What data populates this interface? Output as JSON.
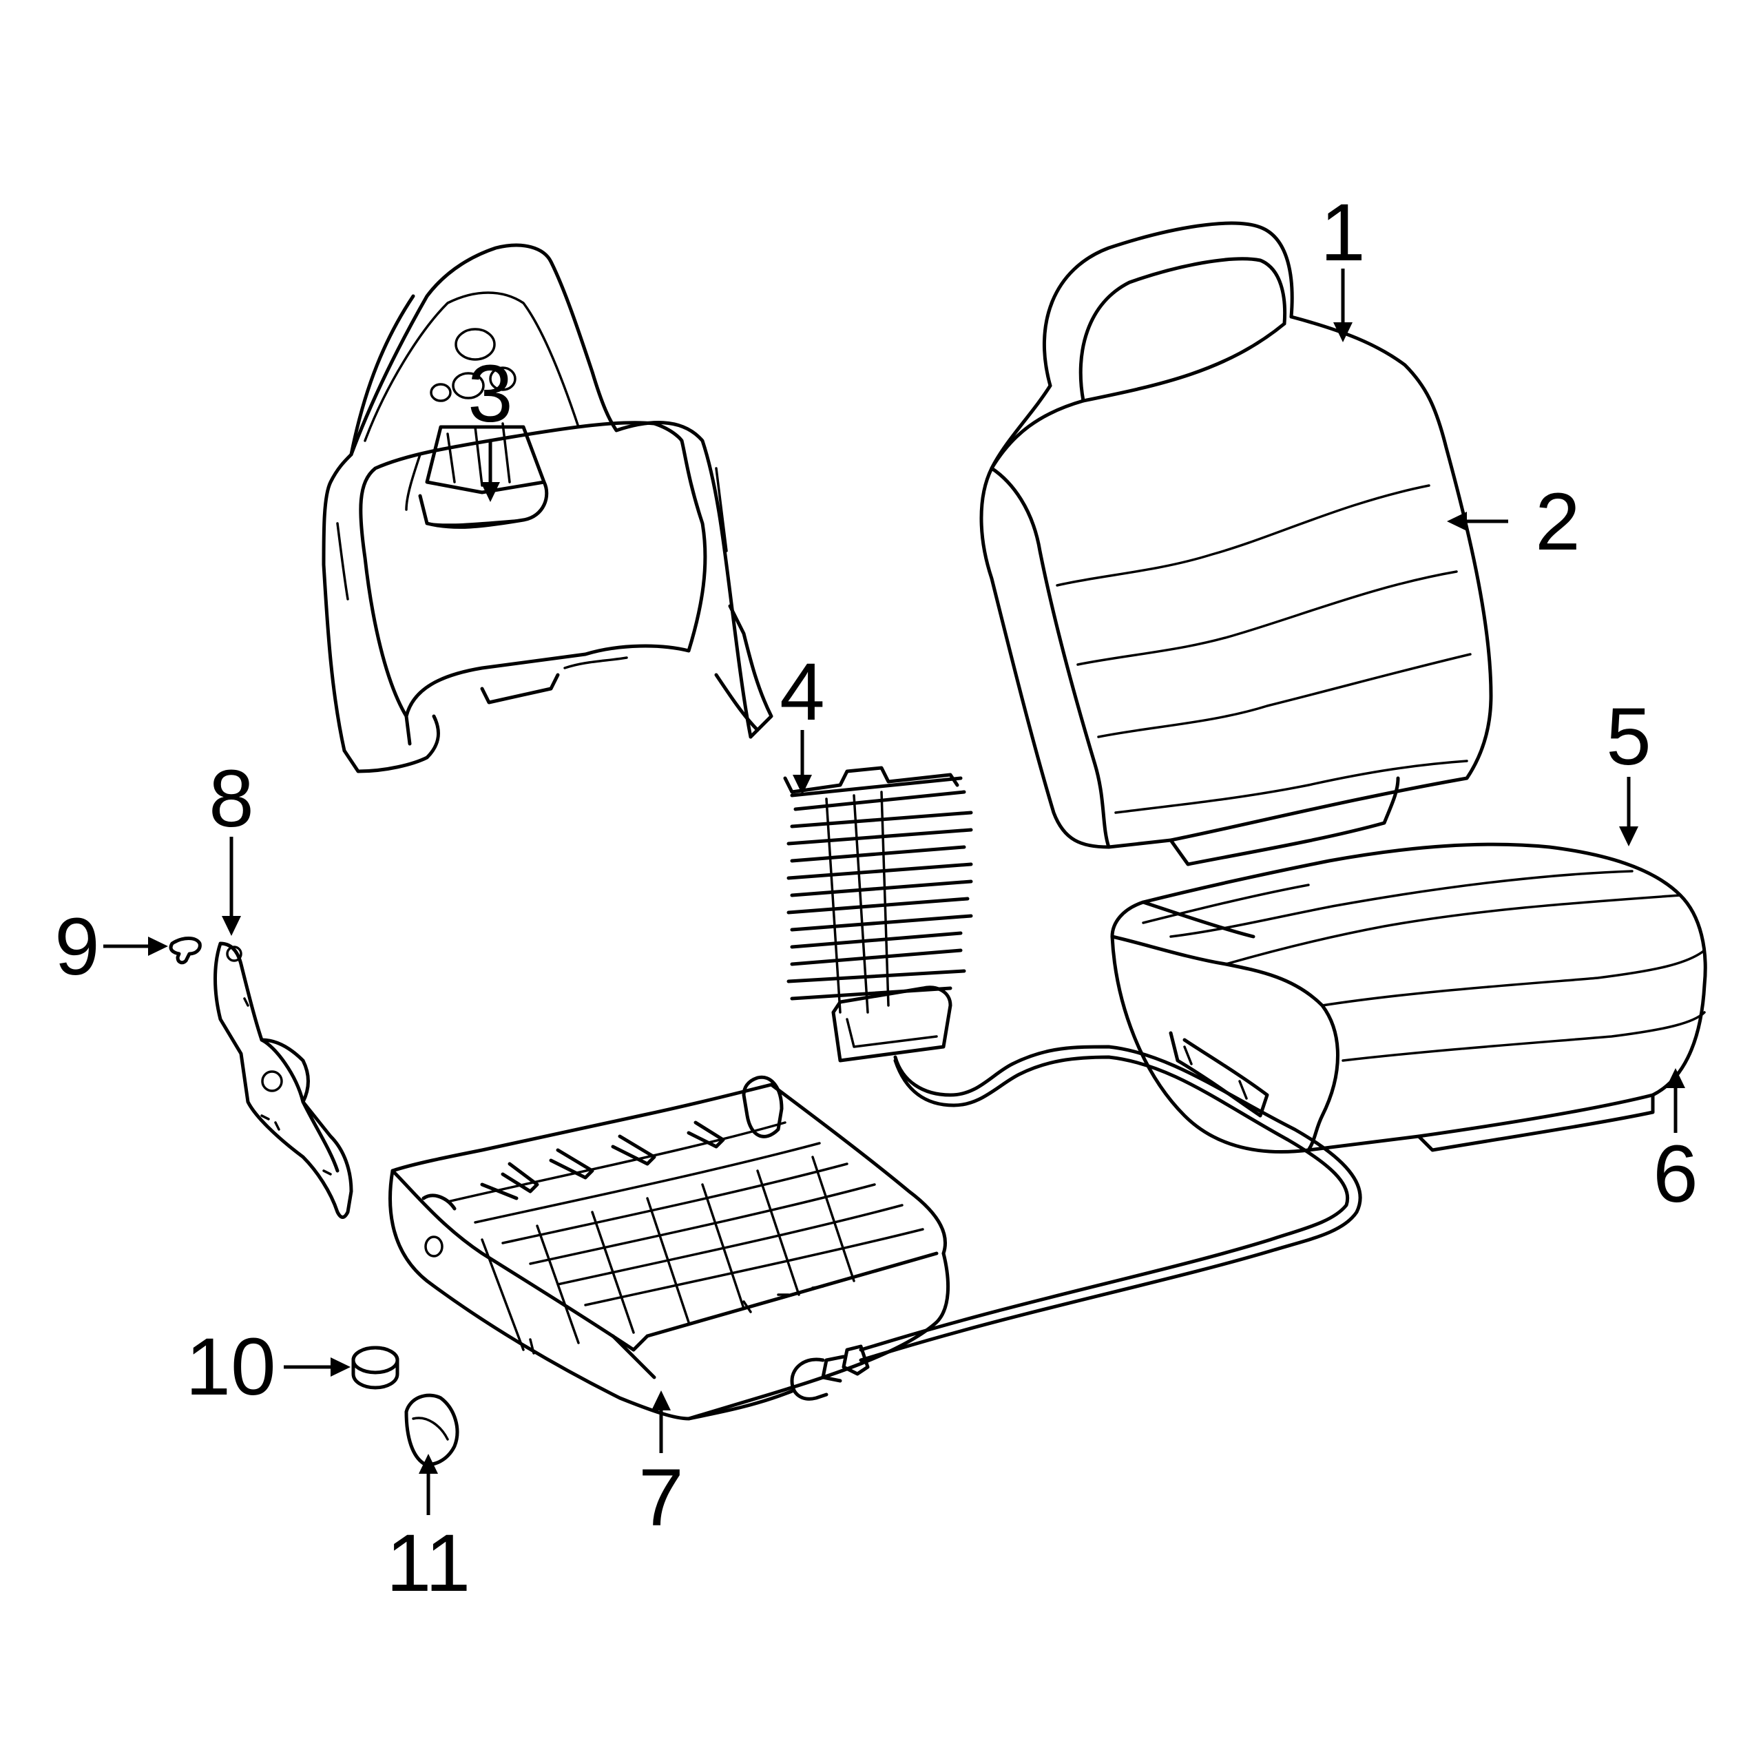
{
  "colors": {
    "line": "#000000",
    "background": "#ffffff"
  },
  "callouts": [
    {
      "id": "1",
      "label": "1"
    },
    {
      "id": "2",
      "label": "2"
    },
    {
      "id": "3",
      "label": "3"
    },
    {
      "id": "4",
      "label": "4"
    },
    {
      "id": "5",
      "label": "5"
    },
    {
      "id": "6",
      "label": "6"
    },
    {
      "id": "7",
      "label": "7"
    },
    {
      "id": "8",
      "label": "8"
    },
    {
      "id": "9",
      "label": "9"
    },
    {
      "id": "10",
      "label": "10"
    },
    {
      "id": "11",
      "label": "11"
    }
  ]
}
